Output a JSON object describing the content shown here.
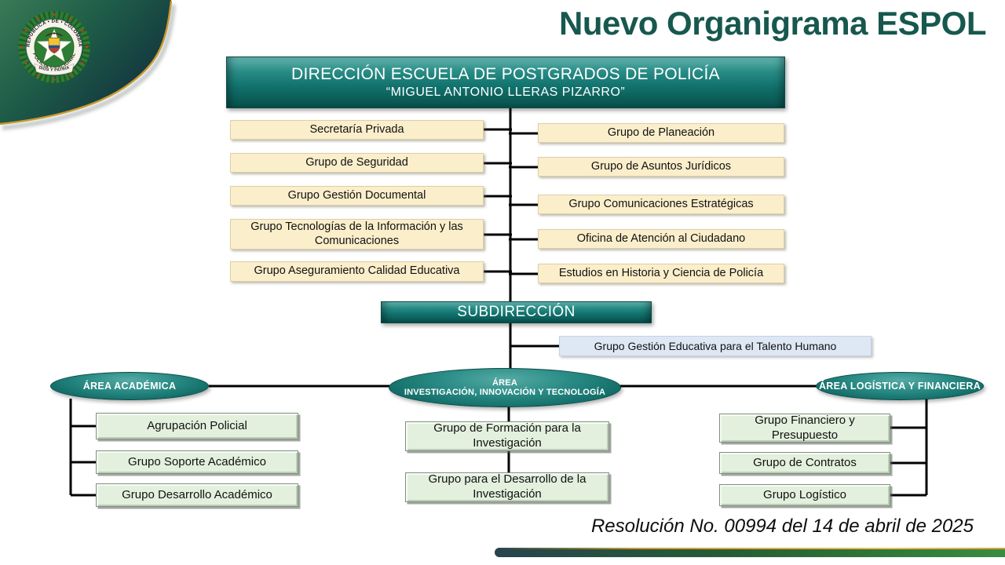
{
  "title": "Nuevo Organigrama ESPOL",
  "logo": {
    "ring_top": "REPÚBLICA • DE • COLOMBIA",
    "ring_bottom": "POLICÍA • NACIONAL",
    "banner": "DIOS Y PATRIA"
  },
  "direction": {
    "line1": "DIRECCIÓN ESCUELA DE POSTGRADOS DE POLICÍA",
    "line2": "“MIGUEL ANTONIO LLERAS PIZARRO”"
  },
  "left_units": [
    "Secretaría Privada",
    "Grupo de Seguridad",
    "Grupo Gestión Documental",
    "Grupo Tecnologías de la Información y las Comunicaciones",
    "Grupo Aseguramiento Calidad Educativa"
  ],
  "right_units": [
    "Grupo de Planeación",
    "Grupo de Asuntos Jurídicos",
    "Grupo Comunicaciones Estratégicas",
    "Oficina de Atención al Ciudadano",
    "Estudios en Historia y Ciencia de Policía"
  ],
  "subdireccion": "SUBDIRECCIÓN",
  "talento_humano": "Grupo Gestión Educativa para el Talento Humano",
  "areas": {
    "academica": {
      "label": "ÁREA ACADÉMICA",
      "units": [
        "Agrupación Policial",
        "Grupo Soporte Académico",
        "Grupo Desarrollo Académico"
      ]
    },
    "investigacion": {
      "label_line1": "ÁREA",
      "label_line2": "INVESTIGACIÓN, INNOVACIÓN Y TECNOLOGÍA",
      "units": [
        "Grupo de Formación para la Investigación",
        "Grupo para el Desarrollo de la Investigación"
      ]
    },
    "logistica": {
      "label": "ÁREA LOGÍSTICA Y FINANCIERA",
      "units": [
        "Grupo Financiero y Presupuesto",
        "Grupo de Contratos",
        "Grupo Logístico"
      ]
    }
  },
  "footer": "Resolución No. 00994 del 14 de abril de 2025",
  "colors": {
    "accent_teal": "#117571",
    "title_teal": "#17584E",
    "box_cream": "#FBEECB",
    "box_green": "#E4F0DE",
    "box_blue": "#DDE8F4",
    "gold": "#C9992F",
    "line_black": "#000000"
  }
}
